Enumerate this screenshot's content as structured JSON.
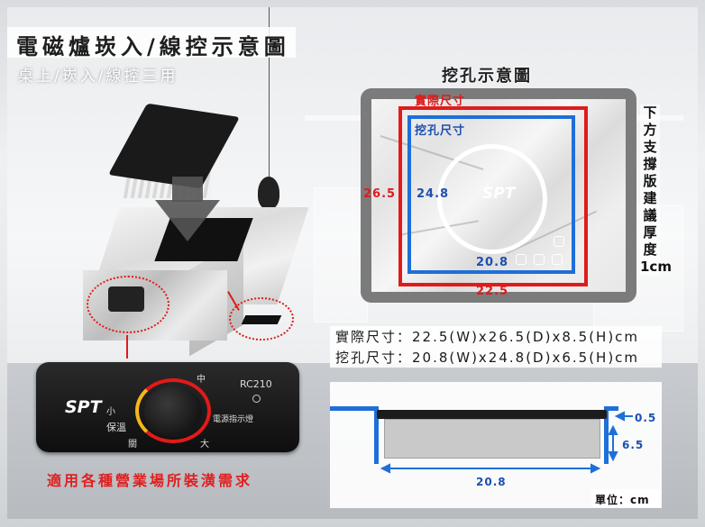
{
  "title": "電磁爐崁入/線控示意圖",
  "subtitle": "桌上/崁入/線控三用",
  "cutout_diagram": {
    "title": "挖孔示意圖",
    "actual_size_label": "實際尺寸",
    "cutout_size_label": "挖孔尺寸",
    "red_height": "26.5",
    "blue_height": "24.8",
    "blue_width": "20.8",
    "red_width": "22.5",
    "logo": "SPT",
    "side_note": "下方支撐版建議厚度1cm"
  },
  "specs": {
    "actual": "實際尺寸：22.5(W)x26.5(D)x8.5(H)cm",
    "cutout": "挖孔尺寸：20.8(W)x24.8(D)x6.5(H)cm"
  },
  "section": {
    "board_thickness": "0.5",
    "depth": "6.5",
    "width": "20.8",
    "unit": "單位：cm"
  },
  "remote": {
    "logo": "SPT",
    "model": "RC210",
    "label_small": "小",
    "label_keep_warm": "保溫",
    "label_off": "關",
    "label_mid": "中",
    "label_large": "大",
    "indicator_label": "電源指示燈"
  },
  "caption": "適用各種營業場所裝潢需求",
  "colors": {
    "red": "#e01b1b",
    "blue": "#1e6fd8"
  }
}
